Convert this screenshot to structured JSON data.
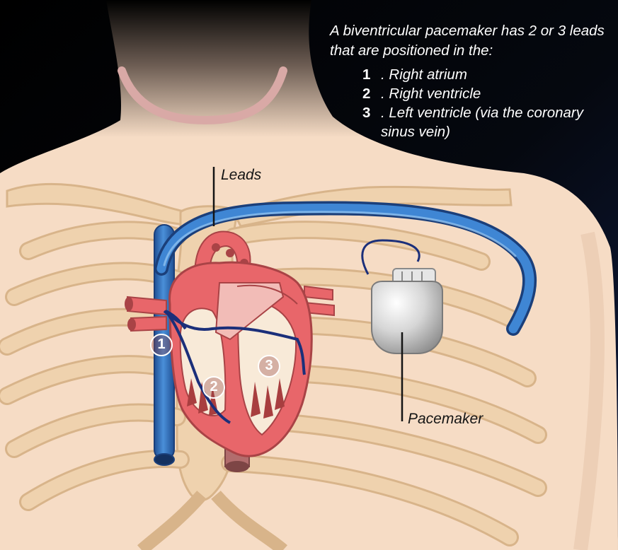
{
  "caption": {
    "intro": "A biventricular pacemaker has 2 or 3 leads that are positioned in the:",
    "items": [
      {
        "number": "1",
        "text": ". Right atrium"
      },
      {
        "number": "2",
        "text": ". Right ventricle"
      },
      {
        "number": "3",
        "text": ". Left ventricle (via the coronary sinus vein)"
      }
    ]
  },
  "labels": {
    "leads": "Leads",
    "pacemaker": "Pacemaker"
  },
  "badges": [
    "1",
    "2",
    "3"
  ],
  "colors": {
    "background_dark": "#000000",
    "background_navy": "#0f1d44",
    "skin": "#f6dcc5",
    "bone": "#efd2ae",
    "bone_outline": "#d8b48a",
    "heart": "#e8666a",
    "heart_dark": "#b84a4c",
    "vein_blue": "#2f6bb8",
    "lead_dark_blue": "#1b2f7a",
    "device_silver": "#c9c9c9"
  },
  "icons": [
    "heart-illustration",
    "pacemaker-device-icon",
    "ribcage-illustration"
  ]
}
